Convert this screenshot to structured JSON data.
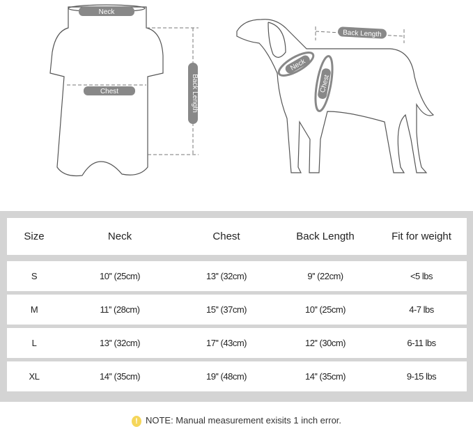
{
  "illustration": {
    "neck_label": "Neck",
    "chest_label": "Chest",
    "back_length_label": "Back Length"
  },
  "table": {
    "headers": [
      "Size",
      "Neck",
      "Chest",
      "Back Length",
      "Fit for weight"
    ],
    "rows": [
      [
        "S",
        "10'' (25cm)",
        "13'' (32cm)",
        "9'' (22cm)",
        "<5 lbs"
      ],
      [
        "M",
        "11'' (28cm)",
        "15'' (37cm)",
        "10'' (25cm)",
        "4-7  lbs"
      ],
      [
        "L",
        "13'' (32cm)",
        "17'' (43cm)",
        "12'' (30cm)",
        "6-11  lbs"
      ],
      [
        "XL",
        "14'' (35cm)",
        "19'' (48cm)",
        "14'' (35cm)",
        "9-15  lbs"
      ]
    ]
  },
  "note": {
    "icon": "warning-icon",
    "text": "NOTE: Manual measurement exisits 1 inch error."
  }
}
